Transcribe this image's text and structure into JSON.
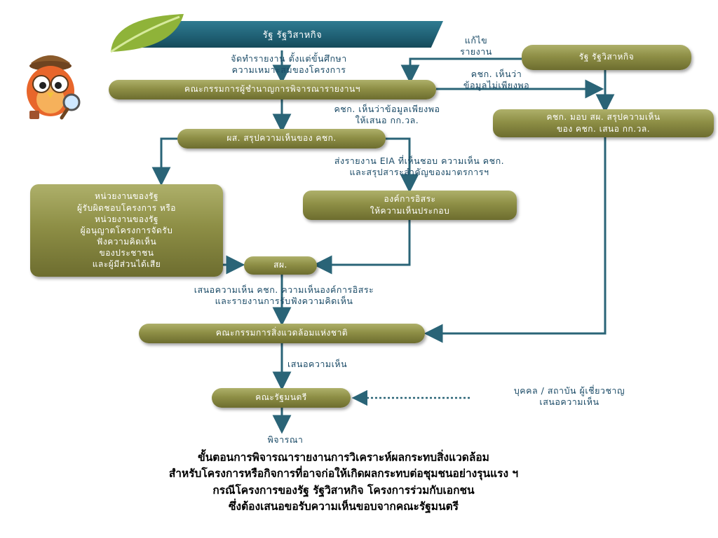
{
  "colors": {
    "arrow": "#2a6477",
    "box_fill": "#8e8f46",
    "banner": "#1f5f73",
    "leaf": "#8fb339",
    "label_text": "#1a4a66"
  },
  "icons": {
    "mascot": "owl-detective-icon",
    "leaf": "leaf-icon"
  },
  "nodes": {
    "top_banner": "รัฐ รัฐวิสาหกิจ",
    "committee_review": "คณะกรรมการผู้ชำนาญการพิจารณารายงานฯ",
    "state_agency_right": "รัฐ รัฐวิสาหกิจ",
    "committee_assign": "คชก. มอบ สผ. สรุปความเห็น\nของ คชก. เสนอ กก.วล.",
    "onep_summary": "ผส. สรุปความเห็นของ คชก.",
    "independent_org": "องค์การอิสระ\nให้ความเห็นประกอบ",
    "state_agencies_left": "หน่วยงานของรัฐ\nผู้รับผิดชอบโครงการ หรือ\nหน่วยงานของรัฐ\nผู้อนุญาตโครงการจัดรับ\nฟังความคิดเห็น\nของประชาชน\nและผู้มีส่วนได้เสีย",
    "onep": "สผ.",
    "national_env_board": "คณะกรรมการสิ่งแวดล้อมแห่งชาติ",
    "cabinet": "คณะรัฐมนตรี"
  },
  "labels": {
    "prepare_report": "จัดทำรายงาน ตั้งแต่ขั้นศึกษา\nความเหมาะสมของโครงการ",
    "revise_report": "แก้ไข\nรายงาน",
    "insufficient_info": "คชก. เห็นว่า\nข้อมูลไม่เพียงพอ",
    "sufficient_info": "คชก. เห็นว่าข้อมูลเพียงพอ\nให้เสนอ กก.วล.",
    "send_eia": "ส่งรายงาน EIA ที่เห็นชอบ ความเห็น คชก.\nและสรุปสาระสำคัญของมาตรการฯ",
    "present_opinions": "เสนอความเห็น คชก. ความเห็นองค์การอิสระ\nและรายงานการรับฟังความคิดเห็น",
    "present_opinion": "เสนอความเห็น",
    "experts": "บุคคล / สถาบัน ผู้เชี่ยวชาญ\nเสนอความเห็น",
    "consider": "พิจารณา"
  },
  "caption": "ขั้นตอนการพิจารณารายงานการวิเคราะห์ผลกระทบสิ่งแวดล้อม\nสำหรับโครงการหรือกิจการที่อาจก่อให้เกิดผลกระทบต่อชุมชนอย่างรุนแรง ฯ\nกรณีโครงการของรัฐ รัฐวิสาหกิจ โครงการร่วมกับเอกชน\nซึ่งต้องเสนอขอรับความเห็นขอบจากคณะรัฐมนตรี"
}
